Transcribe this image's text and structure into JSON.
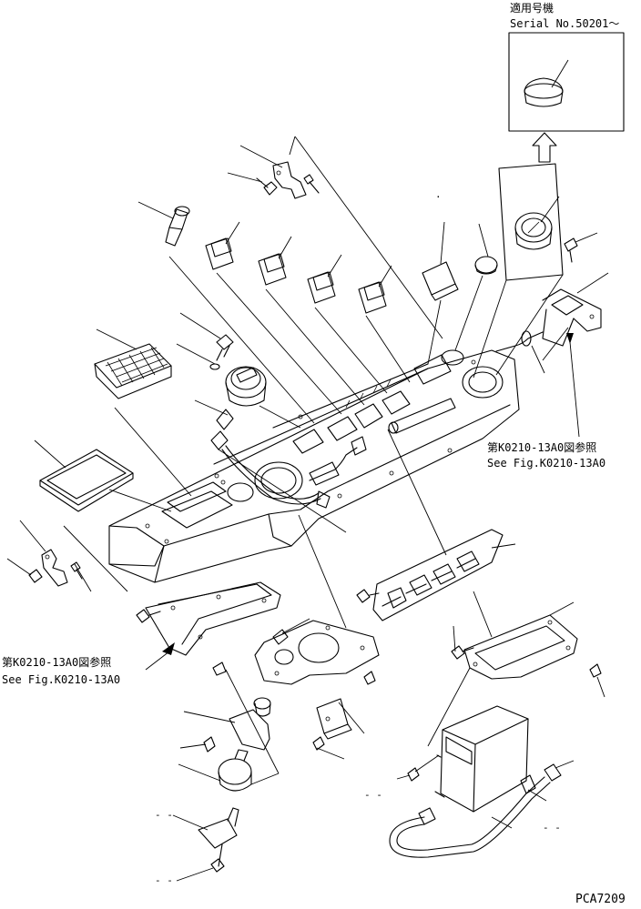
{
  "applicability": {
    "title": "適用号機",
    "serial": "Serial No.50201～"
  },
  "references": [
    {
      "jp": "第K0210-13A0図参照",
      "en": "See Fig.K0210-13A0"
    },
    {
      "jp": "第K0210-13A0図参照",
      "en": "See Fig.K0210-13A0"
    }
  ],
  "callouts": [
    "- -",
    "- -",
    "- -",
    "- -",
    "."
  ],
  "drawing_code": "PCA7209"
}
